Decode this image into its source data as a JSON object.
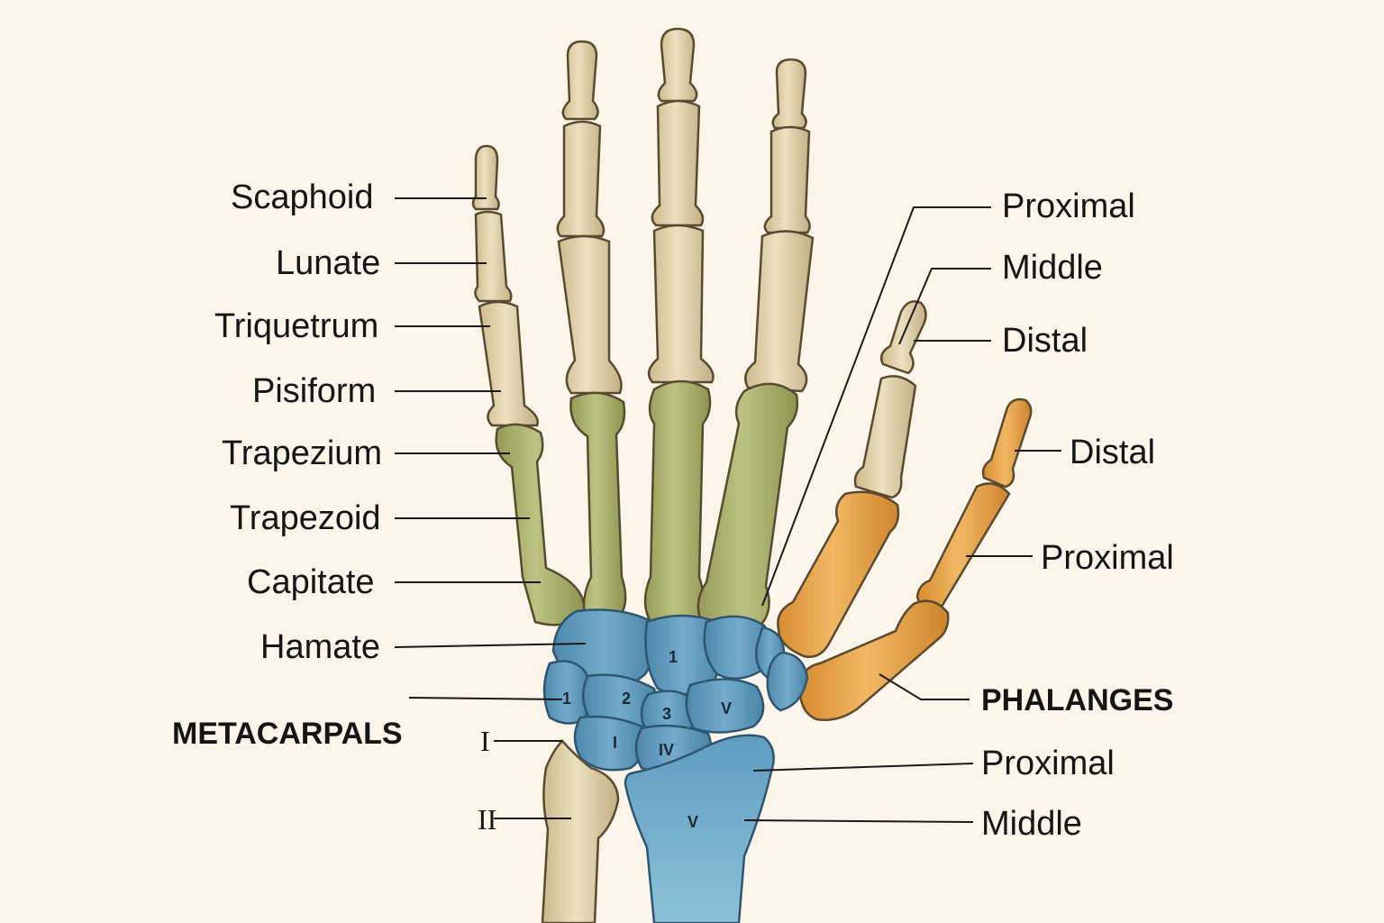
{
  "left_labels": {
    "scaphoid": "Scaphoid",
    "lunate": "Lunate",
    "triquetrum": "Triquetrum",
    "pisiform": "Pisiform",
    "trapezium": "Trapezium",
    "trapezoid": "Trapezoid",
    "capitate": "Capitate",
    "hamate": "Hamate",
    "metacarpals": "METACARPALS",
    "roman_i": "I",
    "roman_ii": "II"
  },
  "right_labels": {
    "proximal_top": "Proximal",
    "middle_top": "Middle",
    "distal_top": "Distal",
    "distal_thumb": "Distal",
    "proximal_thumb": "Proximal",
    "phalanges": "PHALANGES",
    "proximal_bottom": "Proximal",
    "middle_bottom": "Middle"
  },
  "bone_numbers": {
    "n1_top": "1",
    "n1_left": "1",
    "n2": "2",
    "n3": "3",
    "v_carpal": "V",
    "i_carpal": "I",
    "iv_carpal": "IV",
    "v_radius": "V"
  },
  "colors": {
    "background": "#fdf5ea",
    "phalanx_bone": "#e3d4ad",
    "metacarpal_green": "#adb470",
    "carpal_blue": "#5f9cc0",
    "thumb_orange": "#e9a54b",
    "outline": "#5a4a30"
  }
}
